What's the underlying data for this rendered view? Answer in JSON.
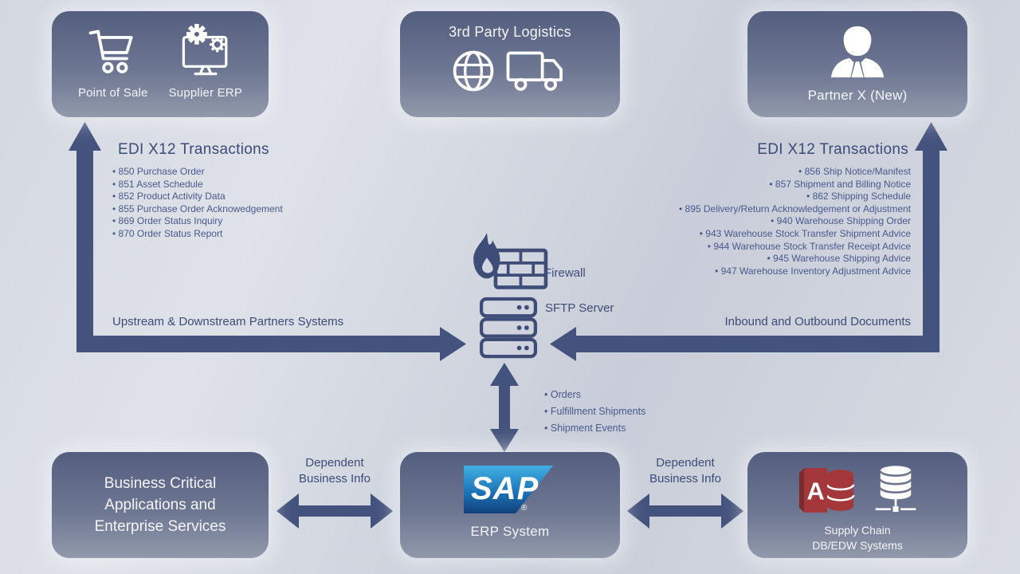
{
  "palette": {
    "box_top": "#545e7f",
    "box_bottom": "#9199ab",
    "slate": "#3e4d77",
    "arrow": "#44537d",
    "list": "#48598c",
    "label": "#3c4c78",
    "white_text": "#f3f5f8",
    "sap_top": "#41b1e3",
    "sap_bottom": "#123f7c",
    "access_red": "#a4373a",
    "access_dark": "#7c2a2e"
  },
  "top_boxes": {
    "partners": {
      "pos_label": "Point of Sale",
      "erp_label": "Supplier ERP"
    },
    "logistics": {
      "title": "3rd Party Logistics"
    },
    "partner_x": {
      "label": "Partner X (New)"
    }
  },
  "edi_left": {
    "title": "EDI X12 Transactions",
    "items": [
      "850 Purchase Order",
      "851 Asset Schedule",
      "852 Product Activity Data",
      "855 Purchase Order Acknowedgement",
      "869 Order Status Inquiry",
      "870 Order Status Report"
    ]
  },
  "edi_right": {
    "title": "EDI X12 Transactions",
    "items": [
      "856 Ship Notice/Manifest",
      "857 Shipment and Billing Notice",
      "862 Shipping Schedule",
      "895 Delivery/Return Acknowledgement or Adjustment",
      "940 Warehouse Shipping Order",
      "943 Warehouse Stock Transfer Shipment Advice",
      "944 Warehouse Stock Transfer Receipt Advice",
      "945 Warehouse Shipping Advice",
      "947 Warehouse Inventory Adjustment Advice"
    ]
  },
  "center": {
    "firewall_label": "Firewall",
    "sftp_label": "SFTP Server",
    "erp_flows": [
      "Orders",
      "Fulfillment Shipments",
      "Shipment Events"
    ]
  },
  "flow_labels": {
    "upstream": "Upstream & Downstream Partners Systems",
    "inbound": "Inbound and Outbound Documents",
    "dependent_line1": "Dependent",
    "dependent_line2": "Business Info"
  },
  "bottom_boxes": {
    "business": {
      "line1": "Business Critical",
      "line2": "Applications and",
      "line3": "Enterprise Services"
    },
    "erp": {
      "logo_text": "SAP",
      "reg_mark": "®",
      "label": "ERP System"
    },
    "supply": {
      "access_letter": "A",
      "line1": "Supply Chain",
      "line2": "DB/EDW Systems"
    }
  }
}
